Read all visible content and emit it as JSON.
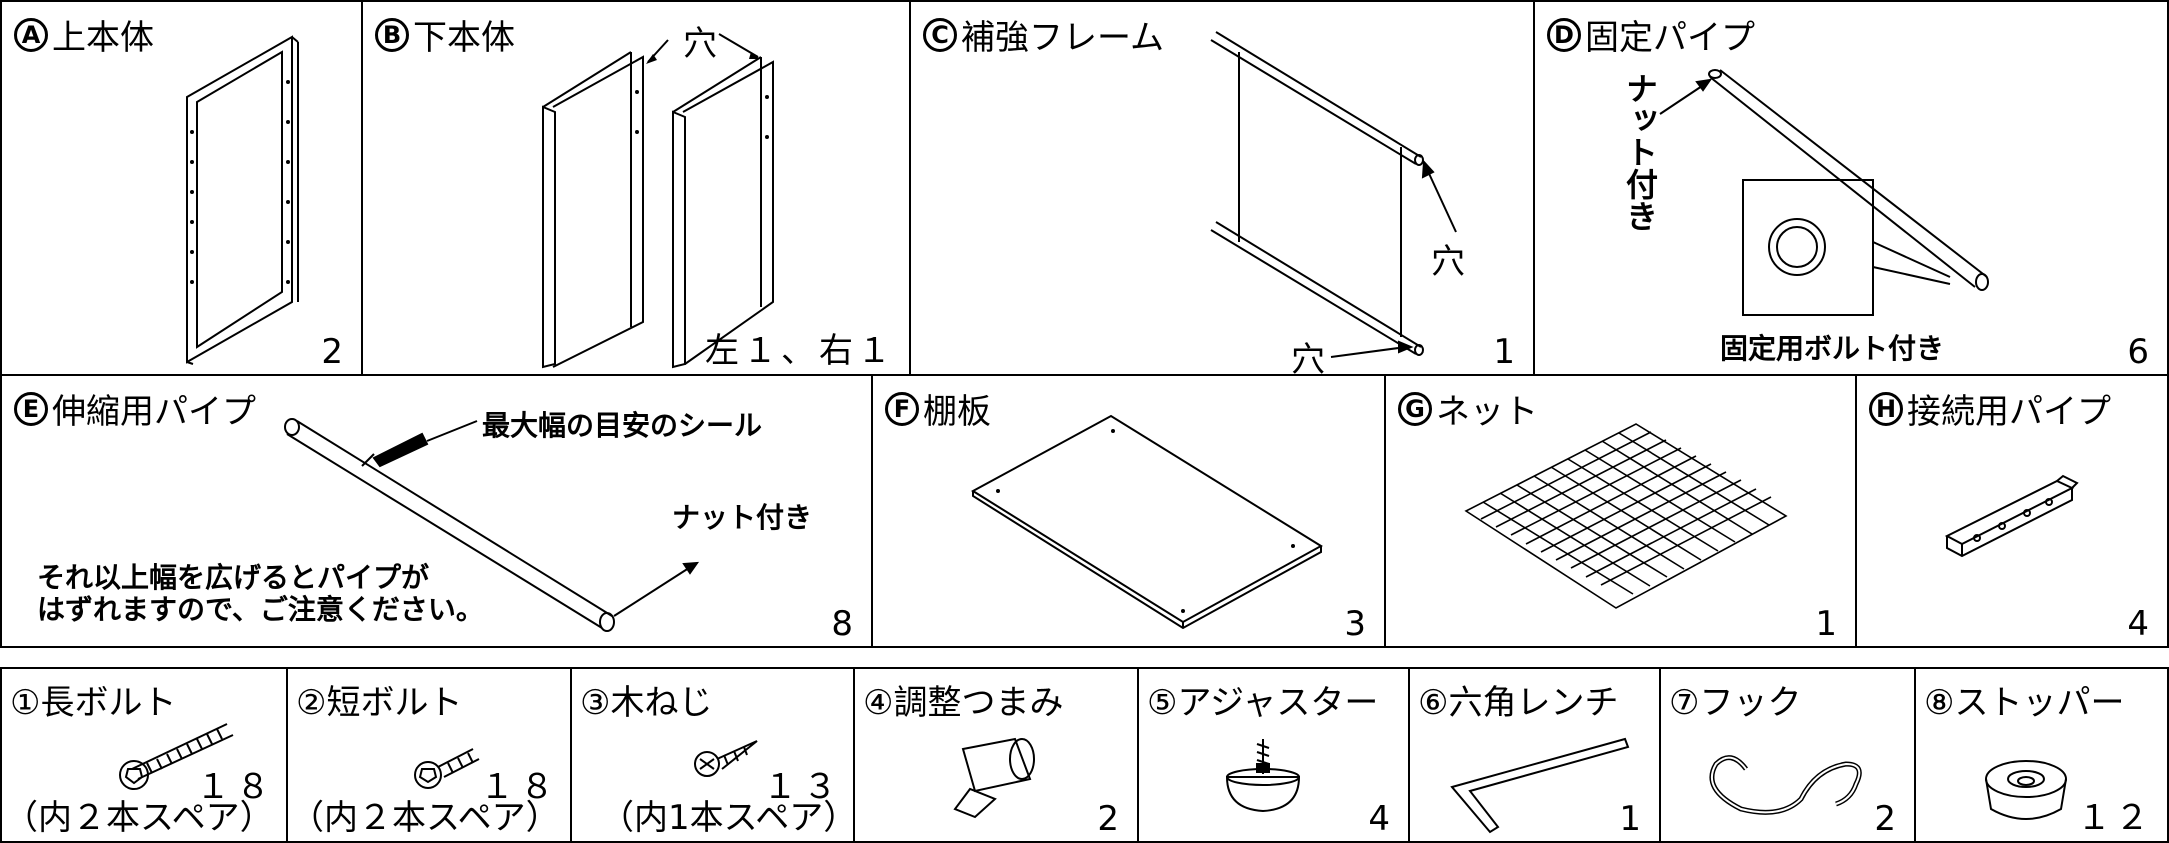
{
  "parts": {
    "A": {
      "letter": "A",
      "name": "上本体",
      "qty": "2"
    },
    "B": {
      "letter": "B",
      "name": "下本体",
      "qty": "左１、右１",
      "hole_label": "穴"
    },
    "C": {
      "letter": "C",
      "name": "補強フレーム",
      "qty": "1",
      "hole_label_1": "穴",
      "hole_label_2": "穴"
    },
    "D": {
      "letter": "D",
      "name": "固定パイプ",
      "qty": "6",
      "nut_label": "ナット付き",
      "bolt_note": "固定用ボルト付き"
    },
    "E": {
      "letter": "E",
      "name": "伸縮用パイプ",
      "qty": "8",
      "seal_note": "最大幅の目安のシール",
      "nut_label": "ナット付き",
      "warning_line1": "それ以上幅を広げるとパイプが",
      "warning_line2": "はずれますので、ご注意ください。"
    },
    "F": {
      "letter": "F",
      "name": "棚板",
      "qty": "3"
    },
    "G": {
      "letter": "G",
      "name": "ネット",
      "qty": "1"
    },
    "H": {
      "letter": "H",
      "name": "接続用パイプ",
      "qty": "4"
    }
  },
  "hardware": [
    {
      "name": "①長ボルト",
      "qty": "１８",
      "sub": "（内２本スペア）"
    },
    {
      "name": "②短ボルト",
      "qty": "１８",
      "sub": "（内２本スペア）"
    },
    {
      "name": "③木ねじ",
      "qty": "１３",
      "sub": "（内1本スペア）"
    },
    {
      "name": "④調整つまみ",
      "qty": "2",
      "sub": ""
    },
    {
      "name": "⑤アジャスター",
      "qty": "4",
      "sub": ""
    },
    {
      "name": "⑥六角レンチ",
      "qty": "1",
      "sub": ""
    },
    {
      "name": "⑦フック",
      "qty": "2",
      "sub": ""
    },
    {
      "name": "⑧ストッパー",
      "qty": "１２",
      "sub": ""
    }
  ]
}
